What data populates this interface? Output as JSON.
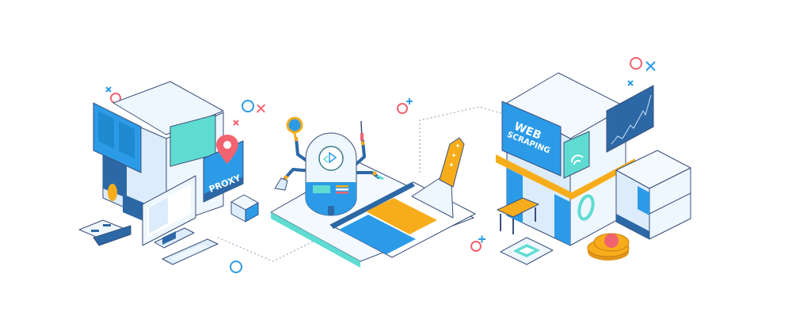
{
  "illustration": {
    "proxy_sign": {
      "label": "PROXY"
    },
    "web_scraping_sign": {
      "line1": "WEB",
      "line2": "SCRAPING"
    }
  },
  "colors": {
    "blue": "#2b9be8",
    "dark_blue": "#2c68a6",
    "light_blue": "#dcecfb",
    "teal": "#5fdcd2",
    "orange": "#f7ad1b",
    "coral": "#f0636f",
    "outline": "#3a4f7a"
  }
}
